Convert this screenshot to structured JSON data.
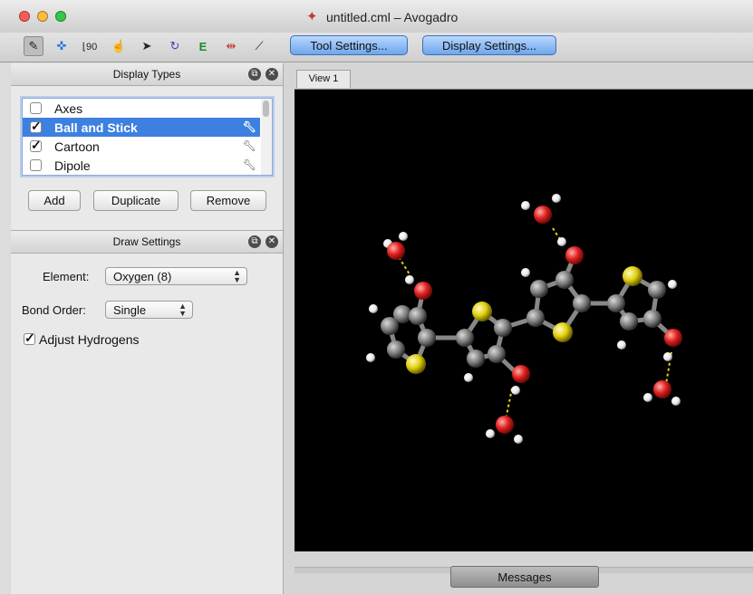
{
  "window": {
    "title": "untitled.cml – Avogadro"
  },
  "toolbar": {
    "tools": [
      {
        "name": "draw-tool-icon",
        "glyph": "✎"
      },
      {
        "name": "navigate-tool-icon",
        "glyph": "✜"
      },
      {
        "name": "measure-tool-icon",
        "glyph": "⌊90"
      },
      {
        "name": "manipulate-tool-icon",
        "glyph": "☝"
      },
      {
        "name": "select-tool-icon",
        "glyph": "➤"
      },
      {
        "name": "rotate-tool-icon",
        "glyph": "↻"
      },
      {
        "name": "optimize-tool-icon",
        "glyph": "E"
      },
      {
        "name": "align-tool-icon",
        "glyph": "⇹"
      },
      {
        "name": "bond-tool-icon",
        "glyph": "⟋"
      }
    ],
    "tool_settings_label": "Tool Settings...",
    "display_settings_label": "Display Settings..."
  },
  "display_types": {
    "title": "Display Types",
    "items": [
      {
        "label": "Axes",
        "checked": false,
        "selected": false
      },
      {
        "label": "Ball and Stick",
        "checked": true,
        "selected": true
      },
      {
        "label": "Cartoon",
        "checked": true,
        "selected": false
      },
      {
        "label": "Dipole",
        "checked": false,
        "selected": false
      }
    ],
    "add_label": "Add",
    "duplicate_label": "Duplicate",
    "remove_label": "Remove"
  },
  "draw_settings": {
    "title": "Draw Settings",
    "element_label": "Element:",
    "element_value": "Oxygen (8)",
    "bond_order_label": "Bond Order:",
    "bond_order_value": "Single",
    "adjust_hydrogens_label": "Adjust Hydrogens",
    "adjust_hydrogens_checked": true
  },
  "view": {
    "tab_label": "View 1"
  },
  "messages": {
    "label": "Messages"
  },
  "colors": {
    "accent": "#3d80df",
    "background": "#000000",
    "carbon": "#7a7a7a",
    "oxygen": "#e02020",
    "sulfur": "#e0d010",
    "hydrogen": "#f2f2f2"
  }
}
